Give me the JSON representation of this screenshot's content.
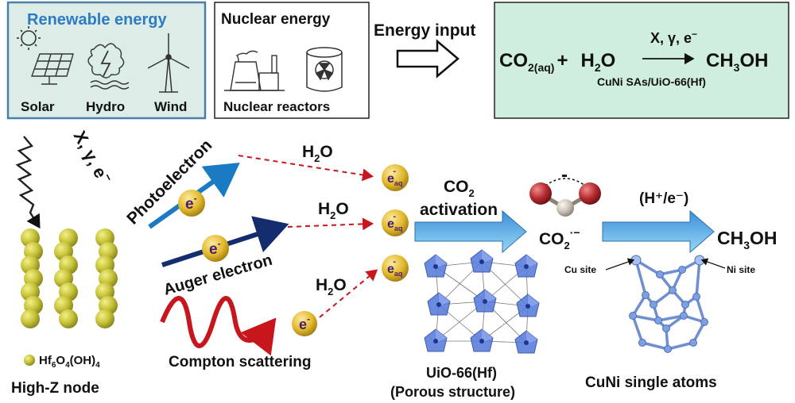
{
  "panels": {
    "renewable": {
      "title": "Renewable energy",
      "sources": [
        "Solar",
        "Hydro",
        "Wind"
      ],
      "fill": "#dcece6",
      "border": "#4a7fa8",
      "title_color": "#2d7bc4"
    },
    "nuclear": {
      "title": "Nuclear energy",
      "caption": "Nuclear reactors"
    },
    "energy_input": {
      "label": "Energy input"
    },
    "reaction": {
      "left_species": [
        "CO",
        "2(aq)",
        "+",
        "H",
        "2",
        "O"
      ],
      "conditions": "X, γ, e",
      "conditions_charge": "−",
      "product": [
        "CH",
        "3",
        "OH"
      ],
      "catalyst": "CuNi SAs/UiO-66(Hf)",
      "fill": "#cfeedd"
    }
  },
  "radiation": {
    "label_parts": [
      "X, γ, e",
      "−"
    ]
  },
  "node": {
    "legend": [
      "Hf",
      "6",
      "O",
      "4",
      "(OH)",
      "4"
    ],
    "title": "High-Z node",
    "sphere_color": "#c8c43a"
  },
  "processes": {
    "photoelectron": {
      "label": "Photoelectron",
      "color": "#1a7bc4"
    },
    "auger": {
      "label": "Auger electron",
      "color": "#132d6e"
    },
    "compton": {
      "label": "Compton scattering",
      "color": "#c8161d"
    }
  },
  "electron": {
    "symbol": "e",
    "charge": "-",
    "fill": "#e3b92c",
    "text_color": "#4a1e6e"
  },
  "hydrated_electron": {
    "symbol": "e",
    "subscript": "aq",
    "charge": "-"
  },
  "water_labels": [
    [
      "H",
      "2",
      "O"
    ],
    [
      "H",
      "2",
      "O"
    ],
    [
      "H",
      "2",
      "O"
    ]
  ],
  "co2_activation": {
    "line1": [
      "CO",
      "2"
    ],
    "line2": "activation"
  },
  "co2_radical": [
    "CO",
    "2",
    "·−"
  ],
  "co2_molecule_charge": "-",
  "protonation": {
    "label": "(H⁺/e⁻)"
  },
  "product": [
    "CH",
    "3",
    "OH"
  ],
  "mof": {
    "name": "UiO-66(Hf)",
    "description": "(Porous structure)"
  },
  "single_atoms": {
    "cu_label": "Cu site",
    "ni_label": "Ni site",
    "title": "CuNi single atoms"
  },
  "colors": {
    "dashed_arrow": "#c8161d",
    "big_arrow_top": "#3a8fd8",
    "big_arrow_bottom": "#8fd0f5",
    "mof_blue": "#4a6fd0",
    "oxygen_red": "#b2292e",
    "carbon_grey": "#c9c1b5"
  }
}
